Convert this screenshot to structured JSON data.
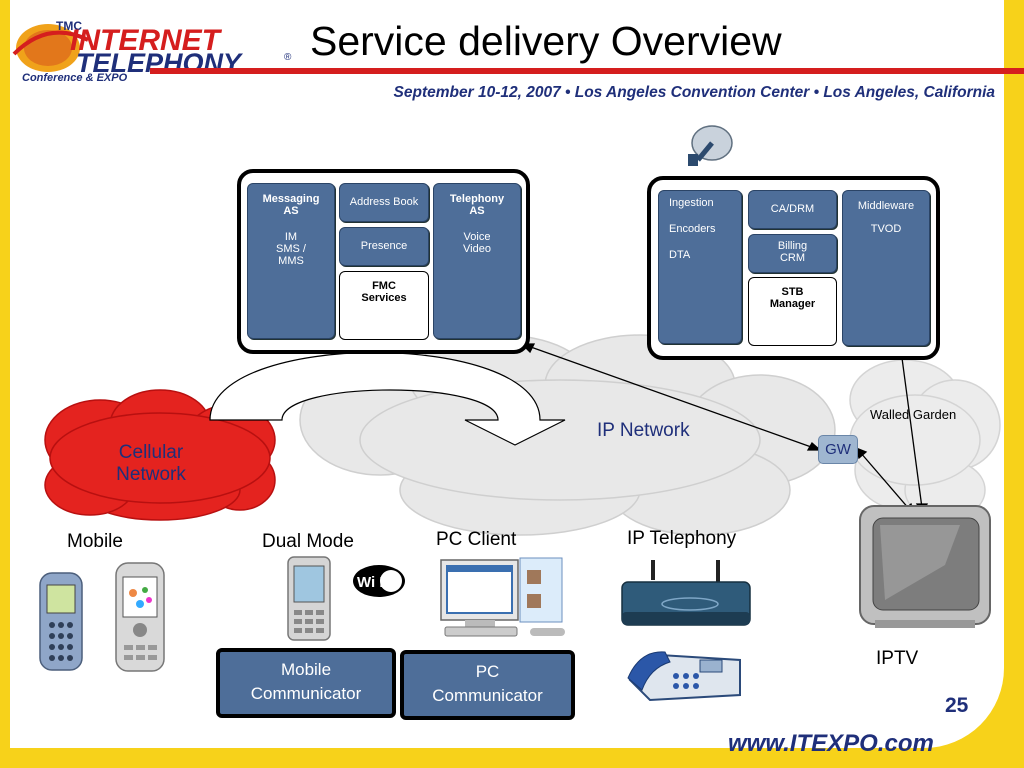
{
  "logo": {
    "tmc": "TMC",
    "line1": "INTERNET",
    "line2": "TELEPHONY",
    "line3": "Conference & EXPO",
    "registered": "®"
  },
  "title": "Service delivery Overview",
  "subtitle": "September 10-12, 2007 • Los Angeles Convention Center • Los Angeles, California",
  "left_box": {
    "messaging": {
      "title_1": "Messaging",
      "title_2": "AS",
      "item_1": "IM",
      "item_2": "SMS /",
      "item_3": "MMS"
    },
    "address_book": "Address Book",
    "presence": "Presence",
    "fmc_1": "FMC",
    "fmc_2": "Services",
    "telephony": {
      "title_1": "Telephony",
      "title_2": "AS",
      "item_1": "Voice",
      "item_2": "Video"
    }
  },
  "right_box": {
    "ingestion": {
      "item_1": "Ingestion",
      "item_2": "Encoders",
      "item_3": "DTA"
    },
    "ca_drm": "CA/DRM",
    "billing_1": "Billing",
    "billing_2": "CRM",
    "stb_1": "STB",
    "stb_2": "Manager",
    "middleware": {
      "item_1": "Middleware",
      "item_2": "TVOD"
    }
  },
  "network": {
    "cellular_1": "Cellular",
    "cellular_2": "Network",
    "ip_network": "IP Network",
    "walled_garden": "Walled Garden",
    "gw": "GW"
  },
  "devices": {
    "mobile": "Mobile",
    "dual_mode": "Dual Mode",
    "pc_client": "PC Client",
    "ip_telephony": "IP Telephony",
    "iptv": "IPTV",
    "wifi": "Wi Fi"
  },
  "buttons": {
    "mobile_comm_1": "Mobile",
    "mobile_comm_2": "Communicator",
    "pc_comm_1": "PC",
    "pc_comm_2": "Communicator"
  },
  "page_number": "25",
  "url": "www.ITEXPO.com",
  "colors": {
    "accent_blue": "#1f2f7a",
    "box_blue": "#4e6e99",
    "red": "#d51e1e",
    "yellow": "#f7d21a"
  }
}
